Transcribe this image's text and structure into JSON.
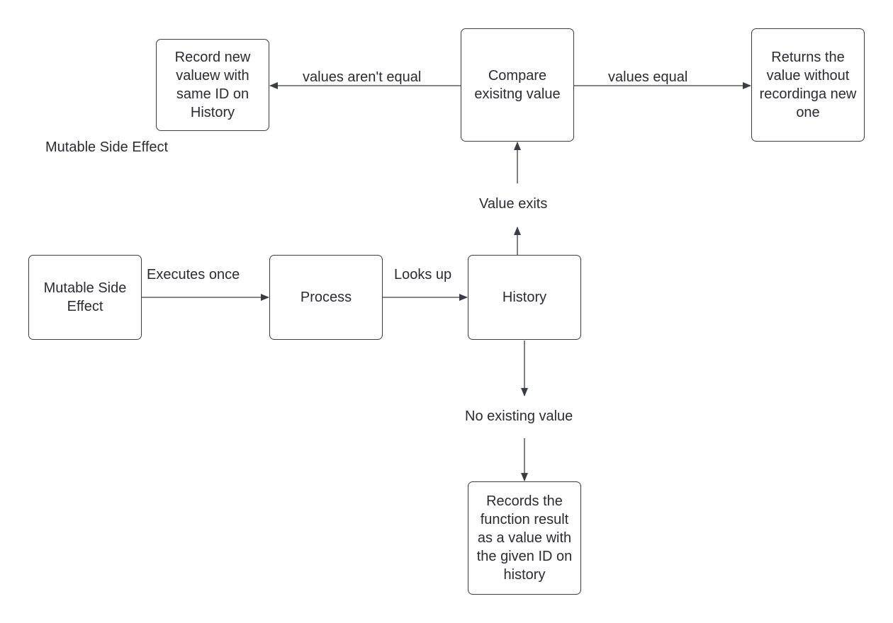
{
  "diagram": {
    "title": "Mutable Side Effect",
    "nodes": {
      "mutable_side_effect": {
        "text": "Mutable Side Effect"
      },
      "process": {
        "text": "Process"
      },
      "history": {
        "text": "History"
      },
      "compare": {
        "text": "Compare exisitng value"
      },
      "record_new": {
        "text": "Record new valuew with same ID on History"
      },
      "returns_value": {
        "text": "Returns the value without recordinga new one"
      },
      "records_result": {
        "text": "Records the function result as a value with the given ID on history"
      }
    },
    "edges": {
      "executes_once": {
        "from": "mutable_side_effect",
        "to": "process",
        "label": "Executes once"
      },
      "looks_up": {
        "from": "process",
        "to": "history",
        "label": "Looks up"
      },
      "value_exits": {
        "from": "history",
        "to": "compare",
        "label": "Value exits"
      },
      "values_not_equal": {
        "from": "compare",
        "to": "record_new",
        "label": "values aren't equal"
      },
      "values_equal": {
        "from": "compare",
        "to": "returns_value",
        "label": "values equal"
      },
      "no_existing_value": {
        "from": "history",
        "to": "records_result",
        "label": "No existing value"
      }
    }
  }
}
